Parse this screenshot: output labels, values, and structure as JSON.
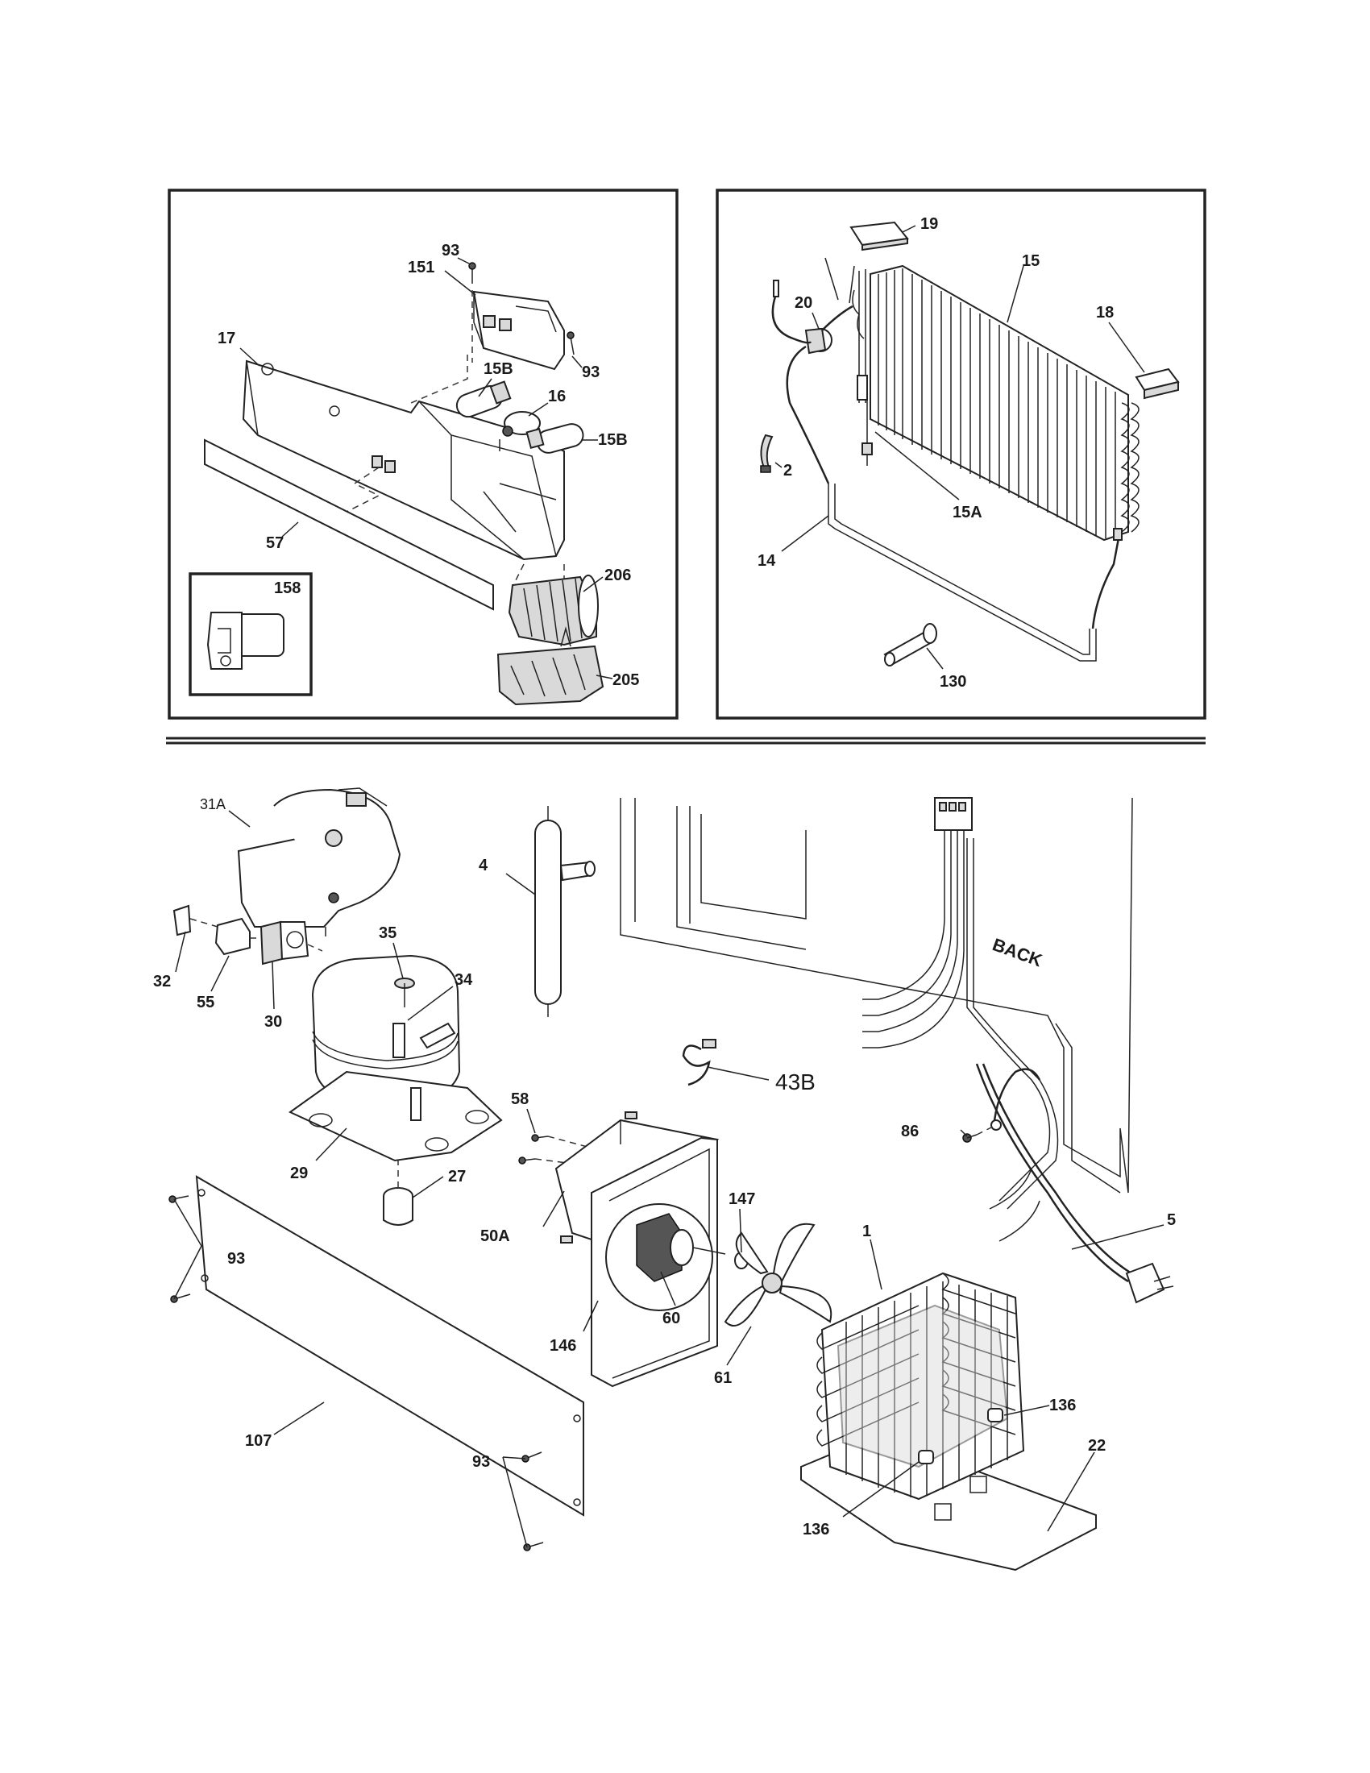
{
  "diagram": {
    "panel_top_left": {
      "labels": [
        "93",
        "151",
        "93",
        "17",
        "15B",
        "16",
        "15B",
        "57",
        "206",
        "158",
        "205"
      ]
    },
    "panel_top_right": {
      "labels": [
        "19",
        "15",
        "20",
        "18",
        "2",
        "15A",
        "14",
        "130"
      ]
    },
    "panel_bottom": {
      "labels": [
        "31A",
        "4",
        "BACK",
        "35",
        "34",
        "32",
        "55",
        "30",
        "43B",
        "58",
        "86",
        "29",
        "27",
        "5",
        "147",
        "1",
        "93",
        "50A",
        "60",
        "146",
        "61",
        "136",
        "22",
        "107",
        "93",
        "136"
      ]
    }
  }
}
